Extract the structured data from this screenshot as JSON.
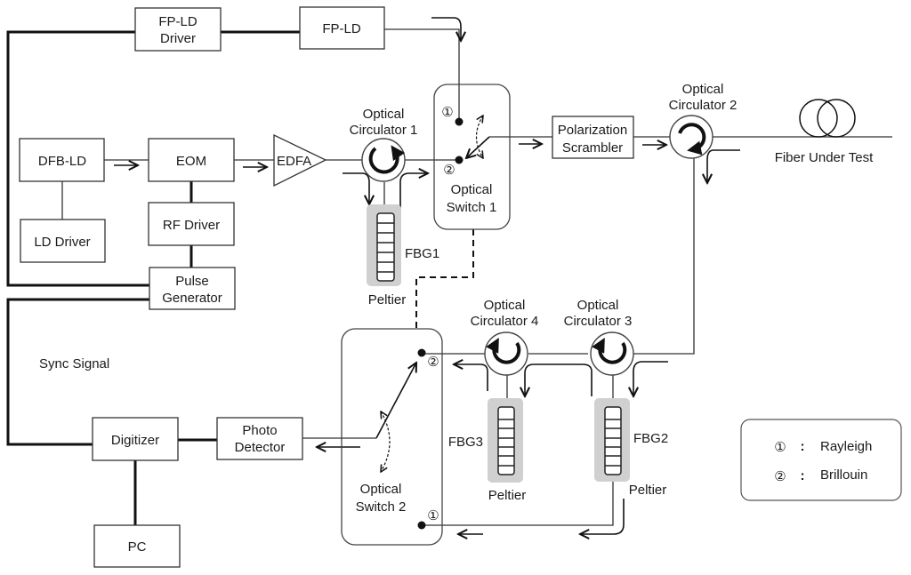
{
  "blocks": {
    "fpld_driver": [
      "FP-LD",
      "Driver"
    ],
    "fpld": "FP-LD",
    "dfbld": "DFB-LD",
    "ld_driver": "LD Driver",
    "eom": "EOM",
    "rf_driver": "RF Driver",
    "pulse_generator": [
      "Pulse",
      "Generator"
    ],
    "edfa": "EDFA",
    "polarization_scrambler": [
      "Polarization",
      "Scrambler"
    ],
    "photo_detector": [
      "Photo",
      "Detector"
    ],
    "digitizer": "Digitizer",
    "pc": "PC"
  },
  "circulators": {
    "c1": [
      "Optical",
      "Circulator 1"
    ],
    "c2": [
      "Optical",
      "Circulator 2"
    ],
    "c3": [
      "Optical",
      "Circulator 3"
    ],
    "c4": [
      "Optical",
      "Circulator 4"
    ]
  },
  "switches": {
    "s1": [
      "Optical",
      "Switch 1"
    ],
    "s2": [
      "Optical",
      "Switch 2"
    ],
    "port1": "①",
    "port2": "②"
  },
  "fbg": {
    "fbg1": "FBG1",
    "fbg2": "FBG2",
    "fbg3": "FBG3",
    "peltier": "Peltier"
  },
  "fiber_under_test": "Fiber Under Test",
  "sync_signal": "Sync Signal",
  "legend": {
    "items": [
      {
        "symbol": "①",
        "sep": ":",
        "label": "Rayleigh"
      },
      {
        "symbol": "②",
        "sep": ":",
        "label": "Brillouin"
      }
    ]
  }
}
